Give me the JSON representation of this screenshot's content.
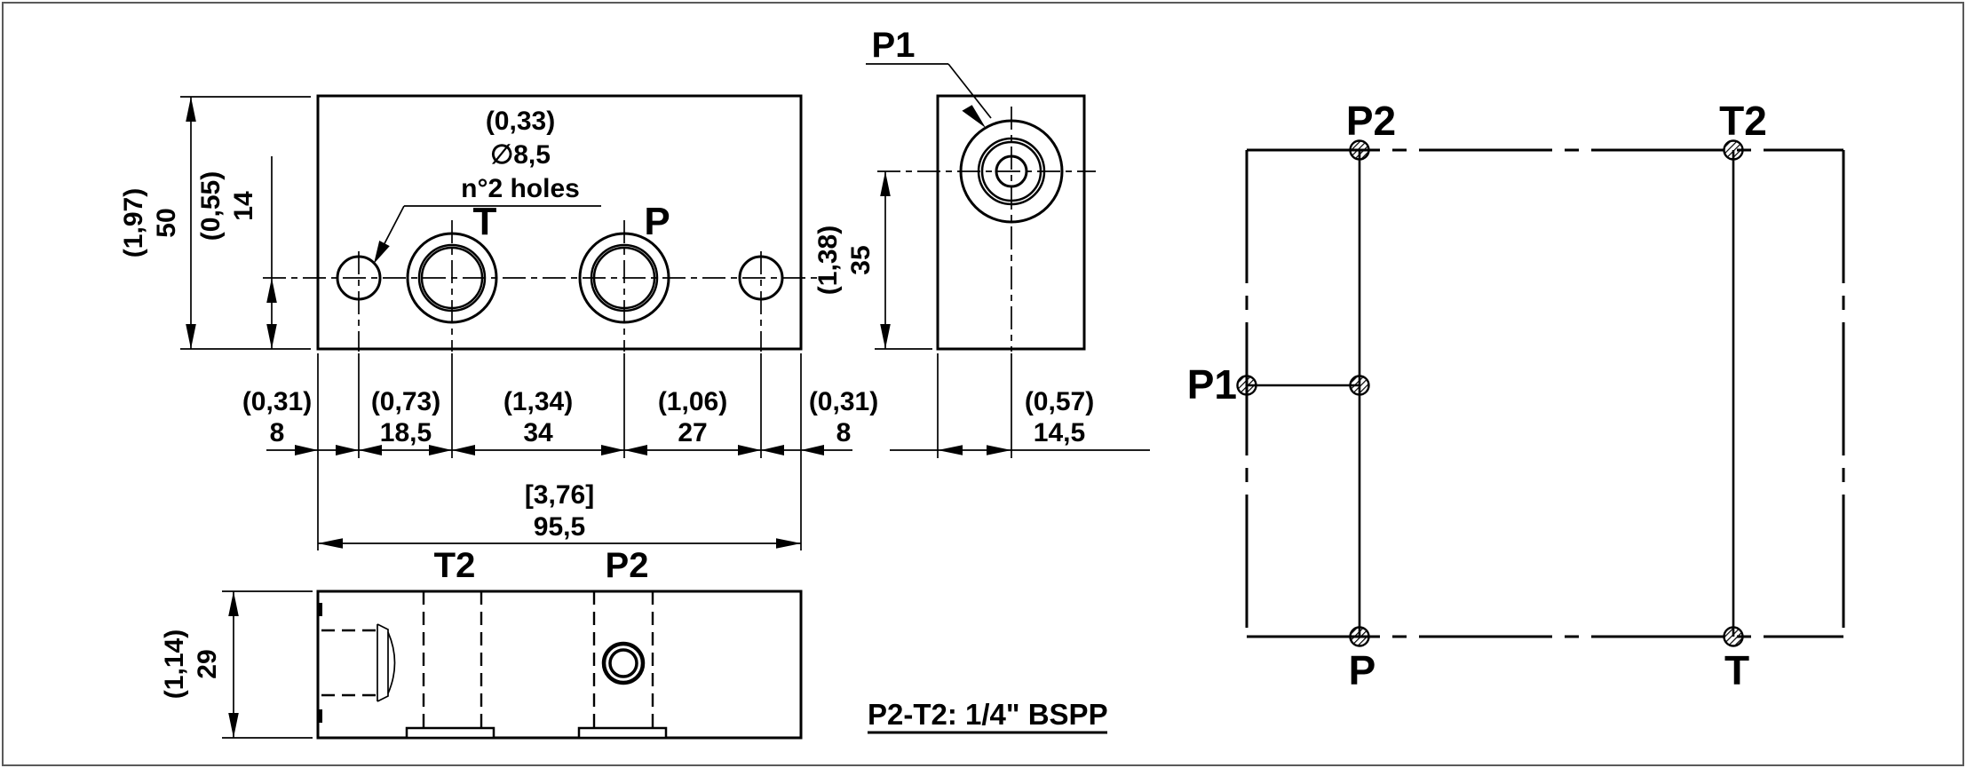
{
  "drawing": {
    "front_view": {
      "port_t": "T",
      "port_p": "P",
      "callout": {
        "inch": "(0,33)",
        "diameter": "∅8,5",
        "note": "n°2 holes"
      },
      "dim_height": {
        "inch": "(1,97)",
        "mm": "50"
      },
      "dim_axis": {
        "inch": "(0,55)",
        "mm": "14"
      },
      "chain": [
        {
          "inch": "(0,31)",
          "mm": "8"
        },
        {
          "inch": "(0,73)",
          "mm": "18,5"
        },
        {
          "inch": "(1,34)",
          "mm": "34"
        },
        {
          "inch": "(1,06)",
          "mm": "27"
        },
        {
          "inch": "(0,31)",
          "mm": "8"
        }
      ],
      "overall": {
        "inch": "[3,76]",
        "mm": "95,5"
      }
    },
    "side_view": {
      "port_p1": "P1",
      "dim_axis": {
        "inch": "(1,38)",
        "mm": "35"
      },
      "dim_offset": {
        "inch": "(0,57)",
        "mm": "14,5"
      }
    },
    "bottom_view": {
      "port_t2": "T2",
      "port_p2": "P2",
      "dim_depth": {
        "inch": "(1,14)",
        "mm": "29"
      }
    },
    "note": "P2-T2: 1/4\" BSPP",
    "schematic": {
      "p2": "P2",
      "t2": "T2",
      "p1": "P1",
      "p": "P",
      "t": "T"
    }
  }
}
